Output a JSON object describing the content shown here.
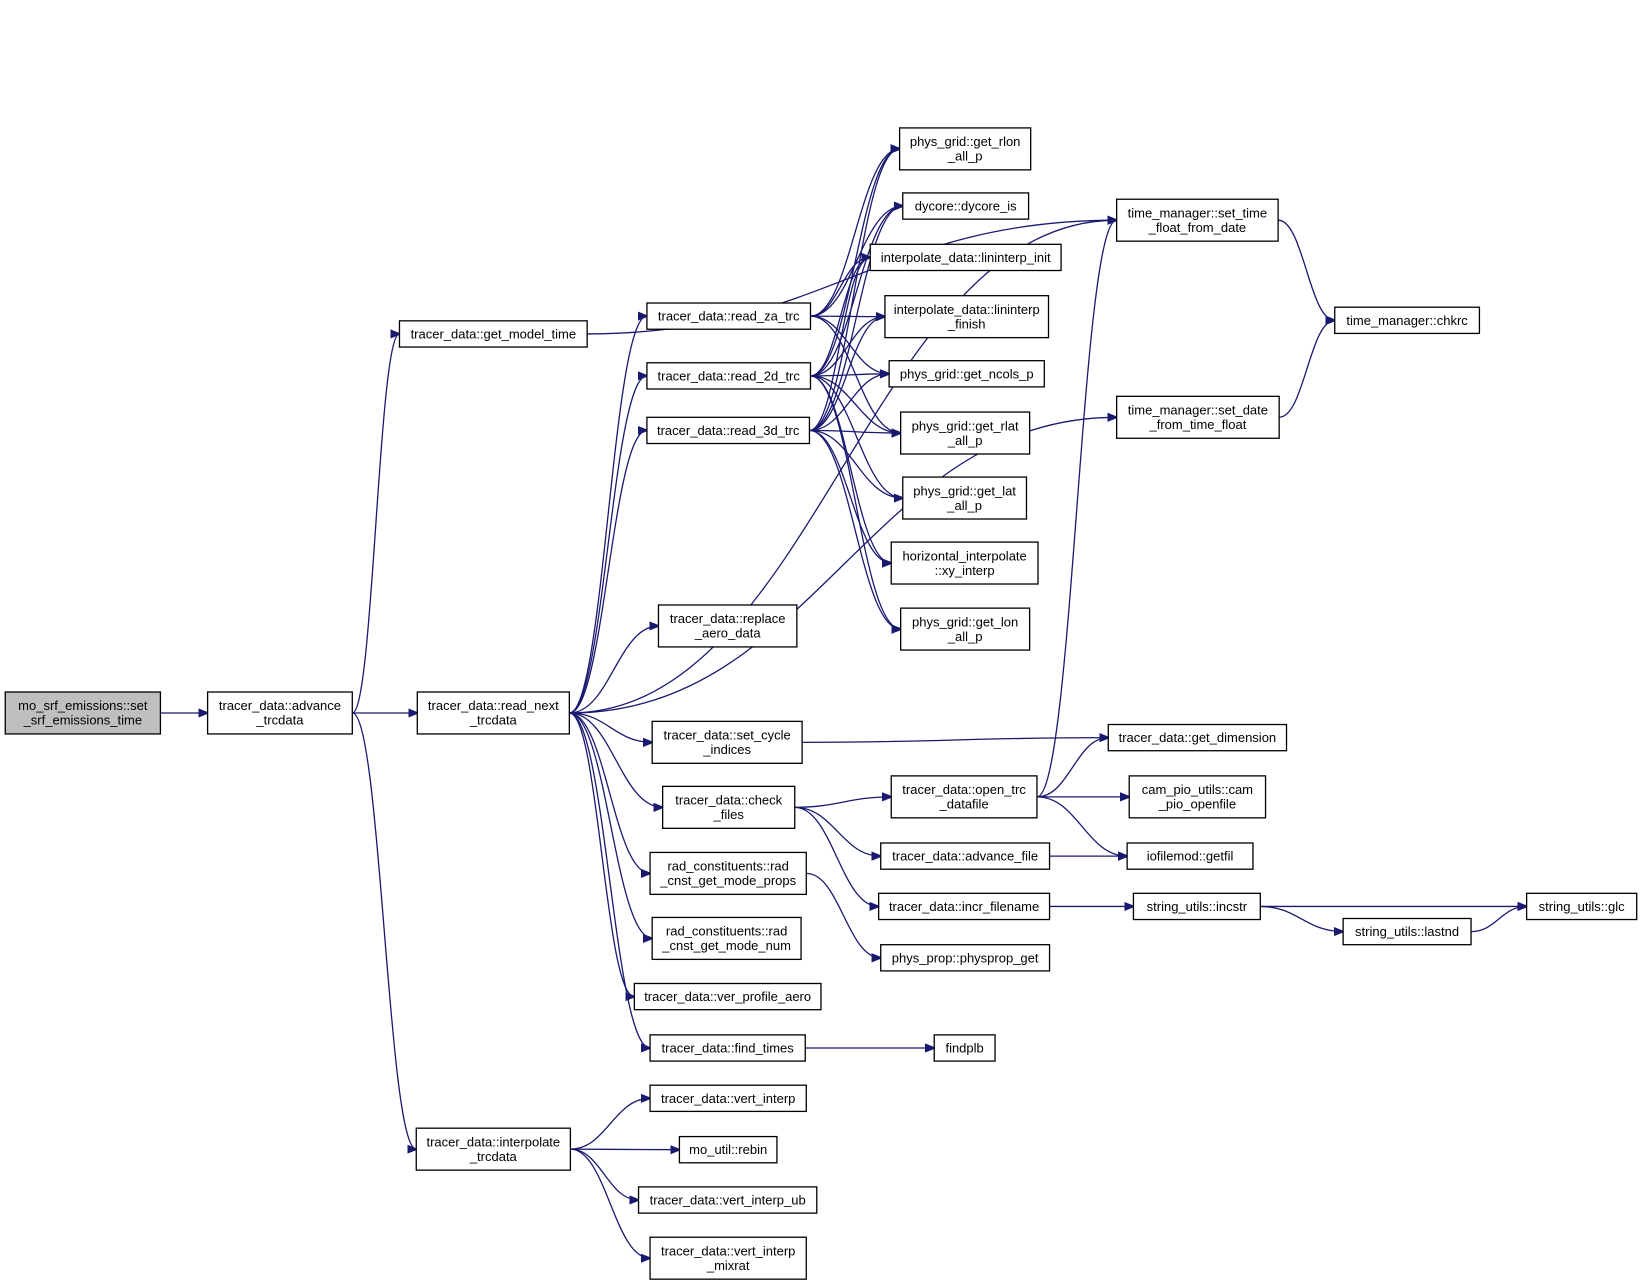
{
  "nodes": [
    {
      "id": "set_srf",
      "lines": [
        "mo_srf_emissions::set",
        "_srf_emissions_time"
      ],
      "root": true
    },
    {
      "id": "advance_trcdata",
      "lines": [
        "tracer_data::advance",
        "_trcdata"
      ]
    },
    {
      "id": "get_model_time",
      "lines": [
        "tracer_data::get_model_time"
      ]
    },
    {
      "id": "read_next_trcdata",
      "lines": [
        "tracer_data::read_next",
        "_trcdata"
      ]
    },
    {
      "id": "interpolate_trcdata",
      "lines": [
        "tracer_data::interpolate",
        "_trcdata"
      ]
    },
    {
      "id": "read_za_trc",
      "lines": [
        "tracer_data::read_za_trc"
      ]
    },
    {
      "id": "read_2d_trc",
      "lines": [
        "tracer_data::read_2d_trc"
      ]
    },
    {
      "id": "read_3d_trc",
      "lines": [
        "tracer_data::read_3d_trc"
      ]
    },
    {
      "id": "replace_aero_data",
      "lines": [
        "tracer_data::replace",
        "_aero_data"
      ]
    },
    {
      "id": "set_cycle_indices",
      "lines": [
        "tracer_data::set_cycle",
        "_indices"
      ]
    },
    {
      "id": "check_files",
      "lines": [
        "tracer_data::check",
        "_files"
      ]
    },
    {
      "id": "rad_cnst_get_mode_props",
      "lines": [
        "rad_constituents::rad",
        "_cnst_get_mode_props"
      ]
    },
    {
      "id": "rad_cnst_get_mode_num",
      "lines": [
        "rad_constituents::rad",
        "_cnst_get_mode_num"
      ]
    },
    {
      "id": "ver_profile_aero",
      "lines": [
        "tracer_data::ver_profile_aero"
      ]
    },
    {
      "id": "find_times",
      "lines": [
        "tracer_data::find_times"
      ]
    },
    {
      "id": "vert_interp",
      "lines": [
        "tracer_data::vert_interp"
      ]
    },
    {
      "id": "rebin",
      "lines": [
        "mo_util::rebin"
      ]
    },
    {
      "id": "vert_interp_ub",
      "lines": [
        "tracer_data::vert_interp_ub"
      ]
    },
    {
      "id": "vert_interp_mixrat",
      "lines": [
        "tracer_data::vert_interp",
        "_mixrat"
      ]
    },
    {
      "id": "get_rlon_all_p",
      "lines": [
        "phys_grid::get_rlon",
        "_all_p"
      ]
    },
    {
      "id": "dycore_is",
      "lines": [
        "dycore::dycore_is"
      ]
    },
    {
      "id": "lininterp_init",
      "lines": [
        "interpolate_data::lininterp_init"
      ]
    },
    {
      "id": "lininterp_finish",
      "lines": [
        "interpolate_data::lininterp",
        "_finish"
      ]
    },
    {
      "id": "get_ncols_p",
      "lines": [
        "phys_grid::get_ncols_p"
      ]
    },
    {
      "id": "get_rlat_all_p",
      "lines": [
        "phys_grid::get_rlat",
        "_all_p"
      ]
    },
    {
      "id": "get_lat_all_p",
      "lines": [
        "phys_grid::get_lat",
        "_all_p"
      ]
    },
    {
      "id": "xy_interp",
      "lines": [
        "horizontal_interpolate",
        "::xy_interp"
      ]
    },
    {
      "id": "get_lon_all_p",
      "lines": [
        "phys_grid::get_lon",
        "_all_p"
      ]
    },
    {
      "id": "open_trc_datafile",
      "lines": [
        "tracer_data::open_trc",
        "_datafile"
      ]
    },
    {
      "id": "advance_file",
      "lines": [
        "tracer_data::advance_file"
      ]
    },
    {
      "id": "incr_filename",
      "lines": [
        "tracer_data::incr_filename"
      ]
    },
    {
      "id": "physprop_get",
      "lines": [
        "phys_prop::physprop_get"
      ]
    },
    {
      "id": "findplb",
      "lines": [
        "findplb"
      ]
    },
    {
      "id": "set_time_float_from_date",
      "lines": [
        "time_manager::set_time",
        "_float_from_date"
      ]
    },
    {
      "id": "set_date_from_time_float",
      "lines": [
        "time_manager::set_date",
        "_from_time_float"
      ]
    },
    {
      "id": "chkrc",
      "lines": [
        "time_manager::chkrc"
      ]
    },
    {
      "id": "get_dimension",
      "lines": [
        "tracer_data::get_dimension"
      ]
    },
    {
      "id": "cam_pio_openfile",
      "lines": [
        "cam_pio_utils::cam",
        "_pio_openfile"
      ]
    },
    {
      "id": "getfil",
      "lines": [
        "iofilemod::getfil"
      ]
    },
    {
      "id": "incstr",
      "lines": [
        "string_utils::incstr"
      ]
    },
    {
      "id": "lastnd",
      "lines": [
        "string_utils::lastnd"
      ]
    },
    {
      "id": "glc",
      "lines": [
        "string_utils::glc"
      ]
    }
  ],
  "edges": [
    [
      "set_srf",
      "advance_trcdata"
    ],
    [
      "advance_trcdata",
      "get_model_time"
    ],
    [
      "advance_trcdata",
      "read_next_trcdata"
    ],
    [
      "advance_trcdata",
      "interpolate_trcdata"
    ],
    [
      "get_model_time",
      "set_time_float_from_date"
    ],
    [
      "read_next_trcdata",
      "set_time_float_from_date"
    ],
    [
      "read_next_trcdata",
      "read_za_trc"
    ],
    [
      "read_next_trcdata",
      "read_2d_trc"
    ],
    [
      "read_next_trcdata",
      "read_3d_trc"
    ],
    [
      "read_next_trcdata",
      "replace_aero_data"
    ],
    [
      "read_next_trcdata",
      "set_date_from_time_float"
    ],
    [
      "read_next_trcdata",
      "set_cycle_indices"
    ],
    [
      "read_next_trcdata",
      "check_files"
    ],
    [
      "read_next_trcdata",
      "rad_cnst_get_mode_props"
    ],
    [
      "read_next_trcdata",
      "rad_cnst_get_mode_num"
    ],
    [
      "read_next_trcdata",
      "ver_profile_aero"
    ],
    [
      "read_next_trcdata",
      "find_times"
    ],
    [
      "read_za_trc",
      "get_rlon_all_p"
    ],
    [
      "read_za_trc",
      "dycore_is"
    ],
    [
      "read_za_trc",
      "lininterp_init"
    ],
    [
      "read_za_trc",
      "lininterp_finish"
    ],
    [
      "read_za_trc",
      "get_ncols_p"
    ],
    [
      "read_za_trc",
      "get_rlat_all_p"
    ],
    [
      "read_2d_trc",
      "get_rlon_all_p"
    ],
    [
      "read_2d_trc",
      "dycore_is"
    ],
    [
      "read_2d_trc",
      "lininterp_init"
    ],
    [
      "read_2d_trc",
      "lininterp_finish"
    ],
    [
      "read_2d_trc",
      "get_ncols_p"
    ],
    [
      "read_2d_trc",
      "get_rlat_all_p"
    ],
    [
      "read_2d_trc",
      "get_lat_all_p"
    ],
    [
      "read_2d_trc",
      "xy_interp"
    ],
    [
      "read_2d_trc",
      "get_lon_all_p"
    ],
    [
      "read_3d_trc",
      "get_rlon_all_p"
    ],
    [
      "read_3d_trc",
      "dycore_is"
    ],
    [
      "read_3d_trc",
      "lininterp_init"
    ],
    [
      "read_3d_trc",
      "lininterp_finish"
    ],
    [
      "read_3d_trc",
      "get_ncols_p"
    ],
    [
      "read_3d_trc",
      "get_rlat_all_p"
    ],
    [
      "read_3d_trc",
      "get_lat_all_p"
    ],
    [
      "read_3d_trc",
      "xy_interp"
    ],
    [
      "read_3d_trc",
      "get_lon_all_p"
    ],
    [
      "set_time_float_from_date",
      "chkrc"
    ],
    [
      "set_date_from_time_float",
      "chkrc"
    ],
    [
      "set_cycle_indices",
      "get_dimension"
    ],
    [
      "check_files",
      "open_trc_datafile"
    ],
    [
      "check_files",
      "advance_file"
    ],
    [
      "check_files",
      "incr_filename"
    ],
    [
      "open_trc_datafile",
      "set_time_float_from_date"
    ],
    [
      "open_trc_datafile",
      "get_dimension"
    ],
    [
      "open_trc_datafile",
      "cam_pio_openfile"
    ],
    [
      "open_trc_datafile",
      "getfil"
    ],
    [
      "advance_file",
      "getfil"
    ],
    [
      "incr_filename",
      "incstr"
    ],
    [
      "incstr",
      "glc"
    ],
    [
      "incstr",
      "lastnd"
    ],
    [
      "lastnd",
      "glc"
    ],
    [
      "rad_cnst_get_mode_props",
      "physprop_get"
    ],
    [
      "find_times",
      "findplb"
    ],
    [
      "interpolate_trcdata",
      "vert_interp"
    ],
    [
      "interpolate_trcdata",
      "rebin"
    ],
    [
      "interpolate_trcdata",
      "vert_interp_ub"
    ],
    [
      "interpolate_trcdata",
      "vert_interp_mixrat"
    ]
  ]
}
